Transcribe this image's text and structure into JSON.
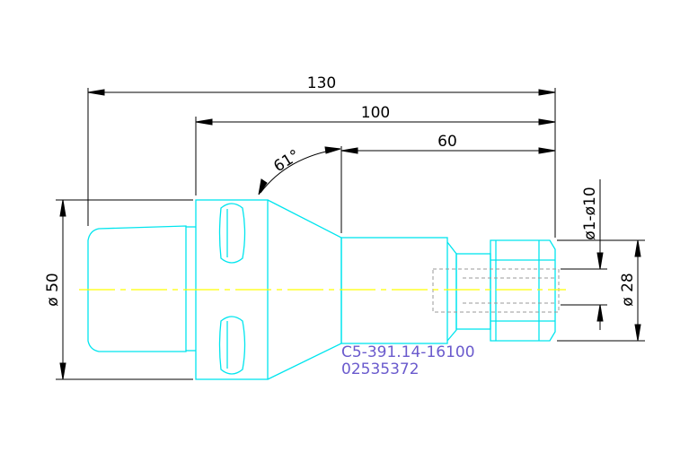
{
  "dimensions": {
    "overall_length": "130",
    "body_length": "100",
    "nose_length": "60",
    "taper_angle": "61°",
    "shank_diameter": "ø 50",
    "clamping_range": "ø1-ø10",
    "nut_diameter": "ø 28"
  },
  "part": {
    "number": "C5-391.14-16100",
    "code": "02535372"
  },
  "colors": {
    "outline": "#00e5ee",
    "dimension": "#000000",
    "centerline": "#ffff00",
    "hidden": "#999999",
    "part_text": "#6a5acd"
  }
}
